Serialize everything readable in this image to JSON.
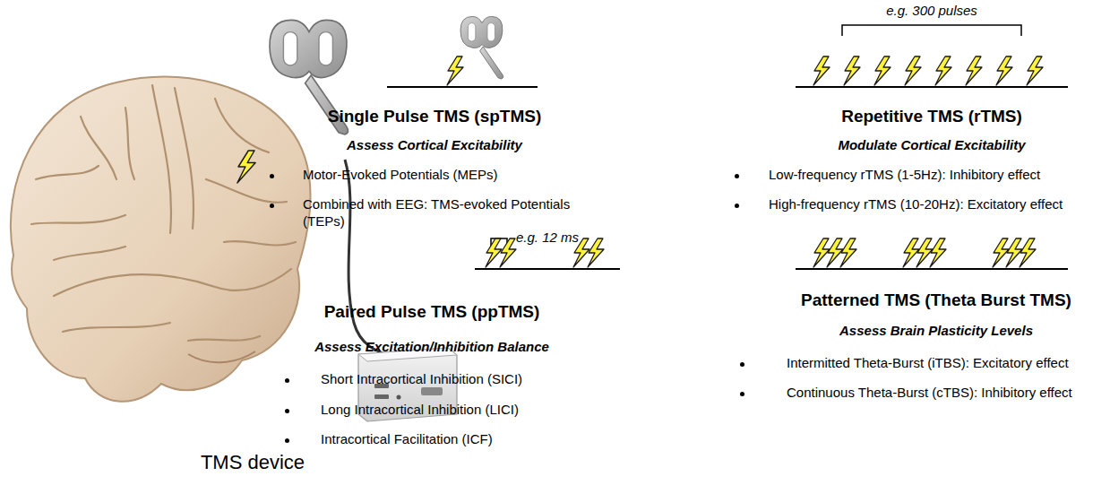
{
  "diagram": {
    "labels": [
      "TMS device",
      "Single Pulse TMS (spTMS)",
      "Assess Cortical Excitability",
      "Motor-Evoked Potentials (MEPs)",
      "Combined with EEG: TMS-evoked Potentials (TEPs)",
      "e.g. 12 ms",
      "Paired Pulse TMS (ppTMS)",
      "Assess Excitation/Inhibition Balance",
      "Short Intracortical Inhibition (SICI)",
      "Long Intracortical Inhibition (LICI)",
      "Intracortical Facilitation (ICF)",
      "e.g. 300 pulses",
      "Repetitive TMS (rTMS)",
      "Modulate Cortical Excitability",
      "Low-frequency rTMS (1-5Hz): Inhibitory effect",
      "High-frequency rTMS (10-20Hz): Excitatory effect",
      "Patterned TMS (Theta Burst TMS)",
      "Assess Brain Plasticity Levels",
      "Intermitted Theta-Burst (iTBS): Excitatory effect",
      "Continuous Theta-Burst (cTBS): Inhibitory effect"
    ]
  }
}
